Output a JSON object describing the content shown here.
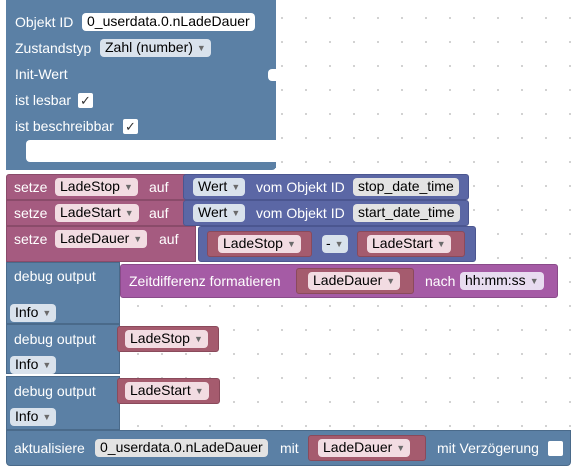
{
  "object_block": {
    "objekt_id_label": "Objekt ID",
    "objekt_id_value": "0_userdata.0.nLadeDauer",
    "zustandstyp_label": "Zustandstyp",
    "zustandstyp_value": "Zahl (number)",
    "init_wert_label": "Init-Wert",
    "ist_lesbar_label": "ist lesbar",
    "ist_lesbar_checked": "✓",
    "ist_beschreibbar_label": "ist beschreibbar",
    "ist_beschreibbar_checked": "✓"
  },
  "set_rows": [
    {
      "setze": "setze",
      "var": "LadeStop",
      "auf": "auf",
      "wert": "Wert",
      "vom": "vom Objekt ID",
      "id": "stop_date_time"
    },
    {
      "setze": "setze",
      "var": "LadeStart",
      "auf": "auf",
      "wert": "Wert",
      "vom": "vom Objekt ID",
      "id": "start_date_time"
    }
  ],
  "set_math": {
    "setze": "setze",
    "var": "LadeDauer",
    "auf": "auf",
    "left": "LadeStop",
    "op": "-",
    "right": "LadeStart"
  },
  "debug1": {
    "label": "debug output",
    "func": "Zeitdifferenz formatieren",
    "var": "LadeDauer",
    "nach": "nach",
    "format": "hh:mm:ss",
    "level": "Info"
  },
  "debug2": {
    "label": "debug output",
    "var": "LadeStop",
    "level": "Info"
  },
  "debug3": {
    "label": "debug output",
    "var": "LadeStart",
    "level": "Info"
  },
  "update": {
    "label": "aktualisiere",
    "id": "0_userdata.0.nLadeDauer",
    "mit": "mit",
    "var": "LadeDauer",
    "delay_label": "mit Verzögerung"
  },
  "colors": {
    "object_block": "#5b80a5",
    "variables": "#a55b80",
    "objects": "#5b67a5",
    "text": "#a55ba5",
    "variable_getter": "#a55b6e"
  },
  "icons": [
    "dropdown-arrow-icon",
    "checkbox-check-icon"
  ]
}
